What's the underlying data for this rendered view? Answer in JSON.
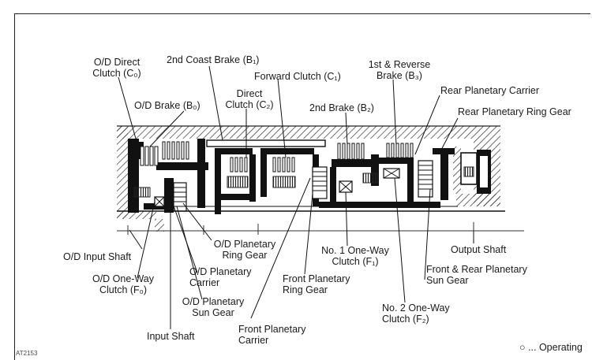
{
  "diagram": {
    "code": "AT2153",
    "legend": {
      "symbol": "○",
      "text": "... Operating"
    },
    "labels": {
      "od_direct_clutch_1": "O/D Direct",
      "od_direct_clutch_2": "Clutch (C₀)",
      "second_coast_brake": "2nd Coast Brake (B₁)",
      "forward_clutch": "Forward Clutch (C₁)",
      "first_reverse_brake_1": "1st & Reverse",
      "first_reverse_brake_2": "Brake (B₃)",
      "od_brake": "O/D Brake (B₀)",
      "direct_clutch_1": "Direct",
      "direct_clutch_2": "Clutch (C₂)",
      "second_brake": "2nd Brake (B₂)",
      "rear_planetary_carrier": "Rear Planetary Carrier",
      "rear_planetary_ring_gear": "Rear Planetary Ring Gear",
      "od_planetary_ring_gear_1": "O/D Planetary",
      "od_planetary_ring_gear_2": "Ring Gear",
      "od_input_shaft": "O/D Input Shaft",
      "no1_one_way_clutch_1": "No. 1 One-Way",
      "no1_one_way_clutch_2": "Clutch (F₁)",
      "output_shaft": "Output Shaft",
      "od_one_way_clutch_1": "O/D One-Way",
      "od_one_way_clutch_2": "Clutch (F₀)",
      "od_planetary_carrier_1": "O/D Planetary",
      "od_planetary_carrier_2": "Carrier",
      "front_planetary_ring_gear_1": "Front Planetary",
      "front_planetary_ring_gear_2": "Ring Gear",
      "front_rear_sun_gear_1": "Front & Rear Planetary",
      "front_rear_sun_gear_2": "Sun Gear",
      "od_planetary_sun_gear_1": "O/D Planetary",
      "od_planetary_sun_gear_2": "Sun Gear",
      "no2_one_way_clutch_1": "No. 2 One-Way",
      "no2_one_way_clutch_2": "Clutch (F₂)",
      "front_planetary_carrier_1": "Front Planetary",
      "front_planetary_carrier_2": "Carrier",
      "input_shaft": "Input Shaft"
    }
  }
}
